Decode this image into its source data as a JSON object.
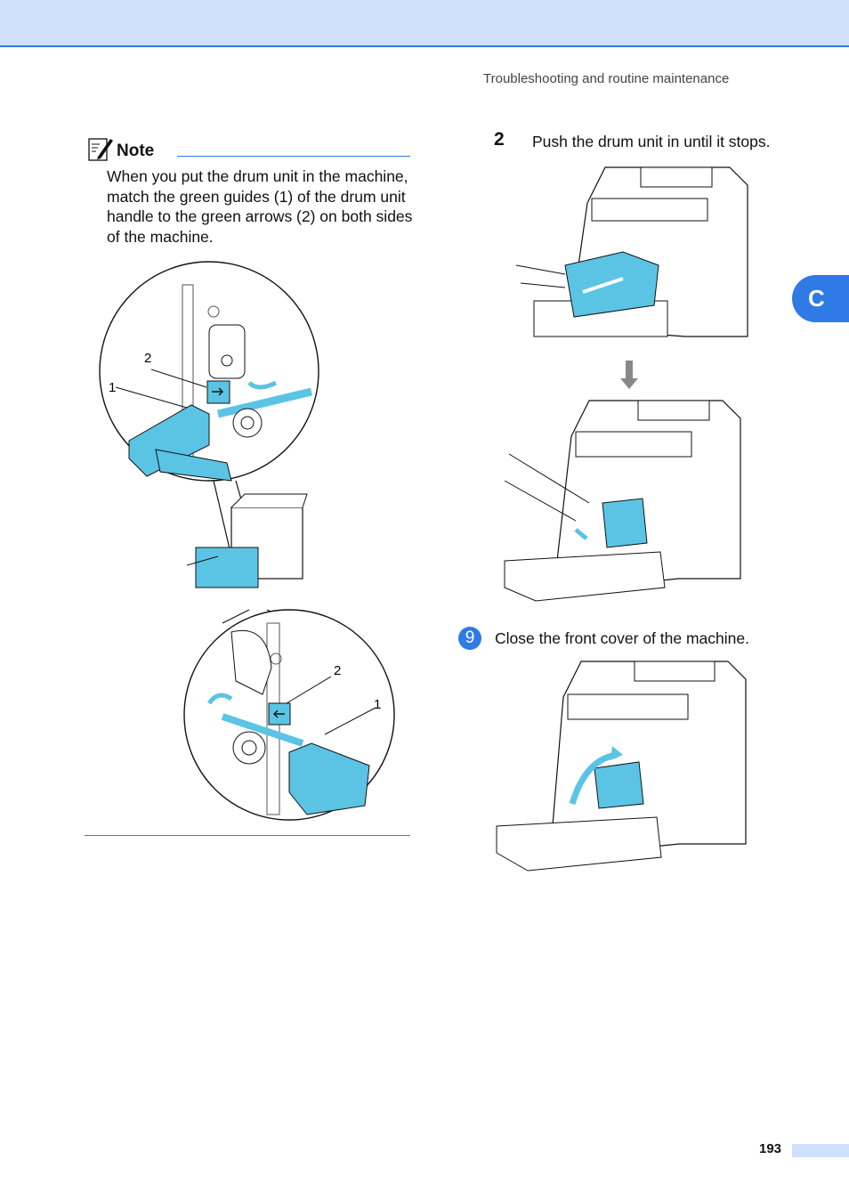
{
  "header": {
    "section_title": "Troubleshooting and routine maintenance"
  },
  "side_tab": {
    "label": "C"
  },
  "note": {
    "title": "Note",
    "body": "When you put the drum unit in the machine, match the green guides (1) of the drum unit handle to the green arrows (2) on both sides of the machine.",
    "callouts": {
      "top_guide": "1",
      "top_arrow": "2",
      "bottom_guide": "1",
      "bottom_arrow": "2"
    }
  },
  "steps": [
    {
      "number": "2",
      "text": "Push the drum unit in until it stops."
    },
    {
      "number": "9",
      "text": "Close the front cover of the machine."
    }
  ],
  "footer": {
    "page_number": "193"
  },
  "colors": {
    "accent": "#2f7ae5",
    "band": "#cfe0fd",
    "illustration_blue": "#5bc4e4"
  }
}
